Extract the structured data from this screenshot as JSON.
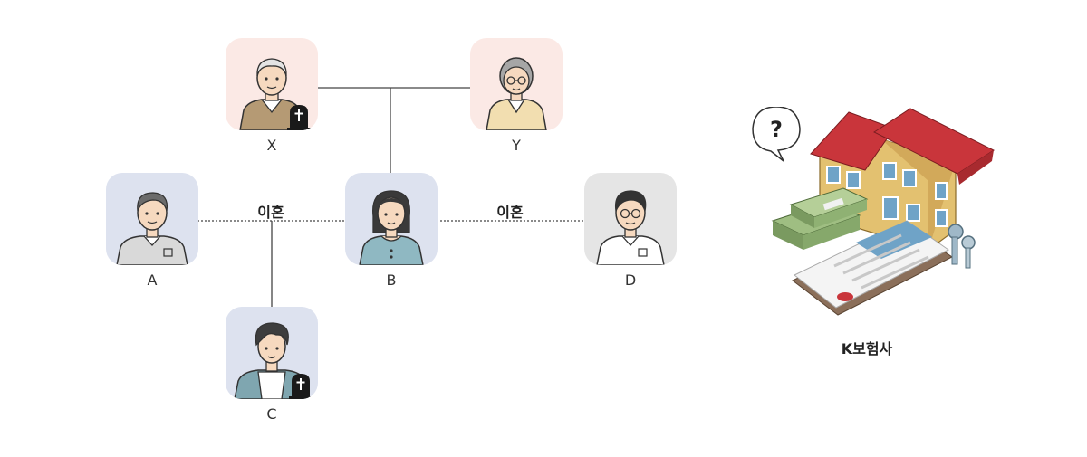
{
  "people": [
    {
      "id": "X",
      "label": "X",
      "deceased": true
    },
    {
      "id": "Y",
      "label": "Y",
      "deceased": false
    },
    {
      "id": "A",
      "label": "A",
      "deceased": false
    },
    {
      "id": "B",
      "label": "B",
      "deceased": false
    },
    {
      "id": "D",
      "label": "D",
      "deceased": false
    },
    {
      "id": "C",
      "label": "C",
      "deceased": true
    }
  ],
  "relations": {
    "divorce_a_b": "이혼",
    "divorce_b_d": "이혼"
  },
  "company": {
    "label": "K보험사",
    "bubble_text": "?"
  },
  "colors": {
    "parent_card_bg": "#fbe9e5",
    "child_card_bg": "#dde2ef",
    "other_card_bg": "#e5e5e5",
    "line": "#444444",
    "roof": "#c9353b",
    "wall": "#e3c170",
    "money": "#86a86b"
  }
}
